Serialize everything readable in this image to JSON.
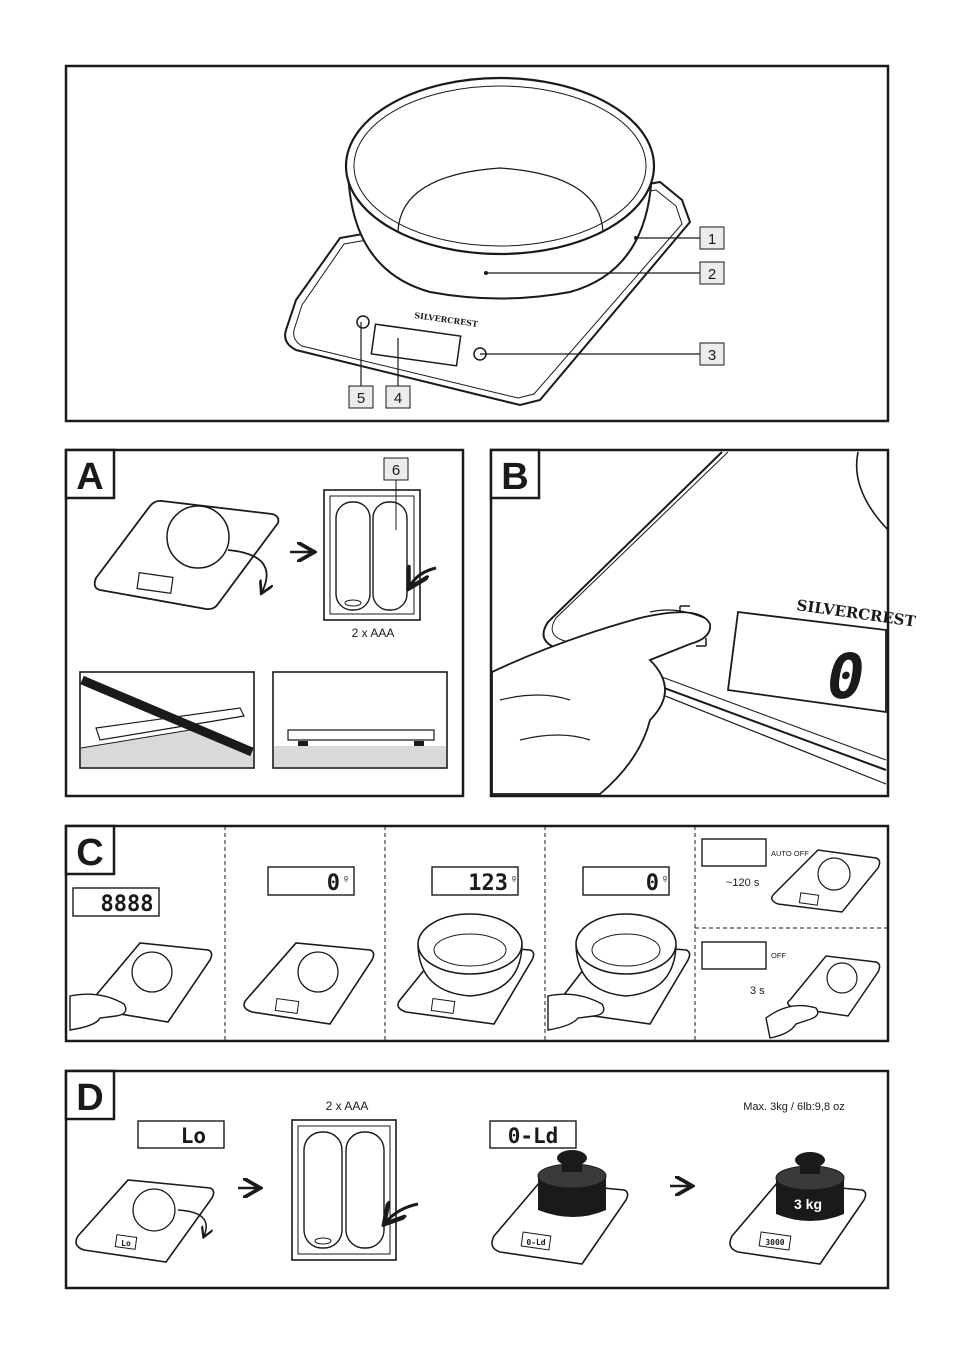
{
  "overview": {
    "callouts": [
      "1",
      "2",
      "3",
      "4",
      "5"
    ],
    "brand": "SILVERCREST"
  },
  "panel_a": {
    "letter": "A",
    "callout": "6",
    "battery_label": "2 x AAA"
  },
  "panel_b": {
    "letter": "B",
    "brand": "SILVERCREST",
    "display_value": "0"
  },
  "panel_c": {
    "letter": "C",
    "steps": [
      {
        "display": "8888"
      },
      {
        "display": "0"
      },
      {
        "display": "123"
      },
      {
        "display": "0"
      }
    ],
    "unit_mark": "g",
    "auto_off": {
      "label": "AUTO OFF",
      "time": "~120 s"
    },
    "off": {
      "label": "OFF",
      "time": "3 s"
    }
  },
  "panel_d": {
    "letter": "D",
    "low_display": "Lo",
    "battery_label": "2 x AAA",
    "overload_display": "0-Ld",
    "max_label": "Max. 3kg / 6lb:9,8 oz",
    "weight_label": "3 kg",
    "small_displays": [
      "Lo",
      "0-Ld",
      "3000"
    ]
  },
  "colors": {
    "ink": "#1a1a1a",
    "shadow": "#d9d9d9",
    "paper": "#ffffff"
  }
}
